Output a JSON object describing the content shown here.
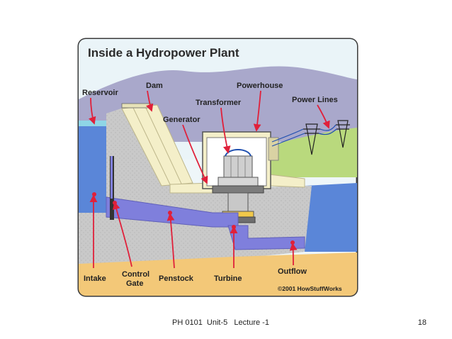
{
  "diagram": {
    "title": "Inside a Hydropower Plant",
    "labels": {
      "reservoir": "Reservoir",
      "dam": "Dam",
      "powerhouse": "Powerhouse",
      "transformer": "Transformer",
      "generator": "Generator",
      "power_lines": "Power Lines",
      "intake": "Intake",
      "control_gate_line1": "Control",
      "control_gate_line2": "Gate",
      "penstock": "Penstock",
      "turbine": "Turbine",
      "outflow": "Outflow"
    },
    "copyright": "©2001 HowStuffWorks"
  },
  "footer": {
    "course": "PH 0101  Unit-5   Lecture -1",
    "page_number": "18"
  },
  "colors": {
    "frame": "#3a3a3a",
    "sky": "#e9f4f8",
    "hills": "#a7a7c9",
    "grass": "#b7d77c",
    "water": "#5a86d8",
    "concrete": "#c8c8c8",
    "sand": "#f3c878",
    "arrow": "#e0203a"
  }
}
